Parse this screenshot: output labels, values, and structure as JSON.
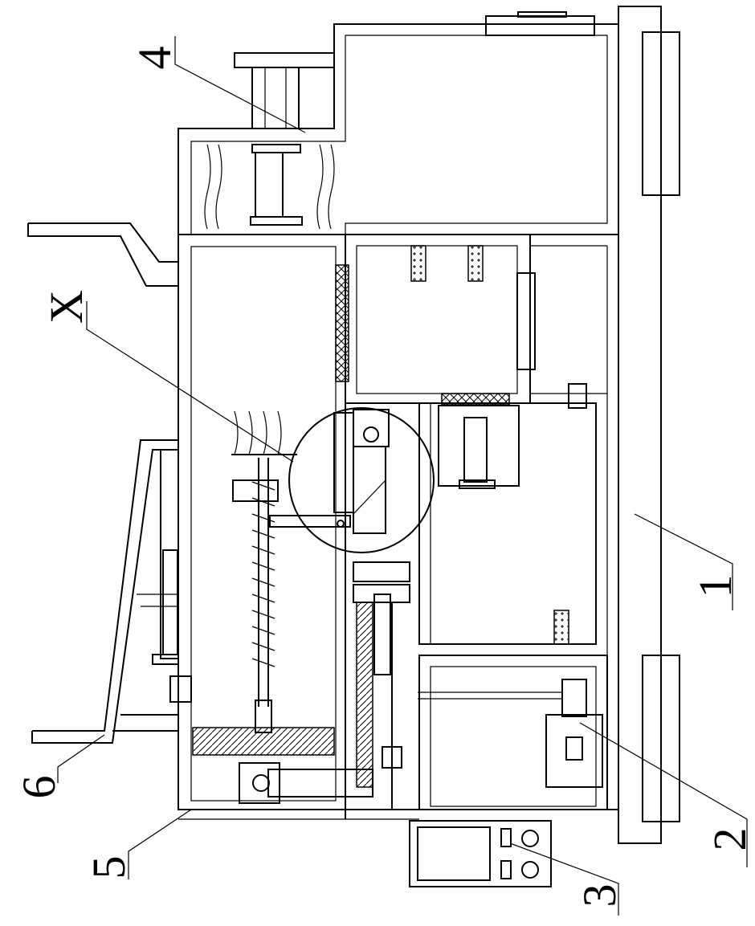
{
  "figure": {
    "labels": {
      "ref_1": "1",
      "ref_2": "2",
      "ref_3": "3",
      "ref_4": "4",
      "ref_5": "5",
      "ref_6": "6",
      "ref_x": "X"
    }
  }
}
